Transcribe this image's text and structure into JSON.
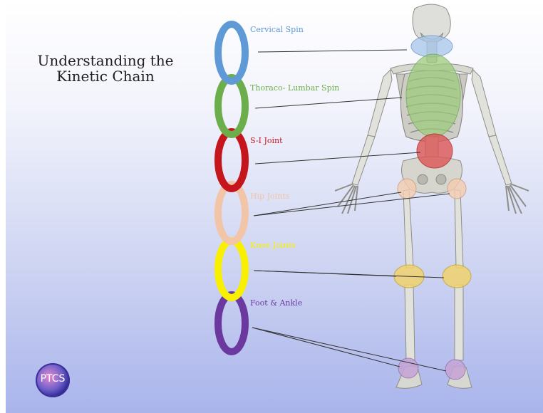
{
  "title": {
    "line1": "Understanding the",
    "line2": "Kinetic Chain"
  },
  "links": [
    {
      "label": "Cervical Spin",
      "color": "#5f9ad6"
    },
    {
      "label": "Thoraco- Lumbar Spin",
      "color": "#6cae4c"
    },
    {
      "label": "S-I Joint",
      "color": "#c4161c"
    },
    {
      "label": "Hip Joints",
      "color": "#f2c4a8"
    },
    {
      "label": "Knee Joints",
      "color": "#f8f000"
    },
    {
      "label": "Foot & Ankle",
      "color": "#6b38a0"
    }
  ],
  "highlight_colors": {
    "cervical": "#a7c6ea",
    "thoracic": "#9ccb7a",
    "si": "#dc5656",
    "hip": "#f5cdb1",
    "knee": "#f1d36e",
    "ankle": "#c6a4d6"
  },
  "logo": {
    "text": "PTCS"
  }
}
